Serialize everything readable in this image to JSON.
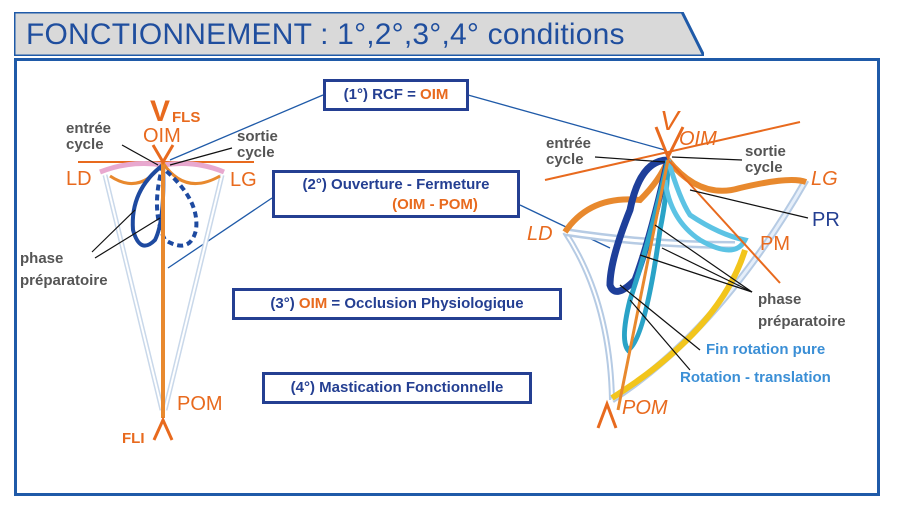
{
  "title": "FONCTIONNEMENT : 1°,2°,3°,4° conditions",
  "boxes": {
    "b1": {
      "prefix": "(1°) RCF = ",
      "highlight": "OIM"
    },
    "b2": {
      "line1": "(2°) Ouverture - Fermeture",
      "line2": "(OIM - POM)"
    },
    "b3": {
      "prefix": "(3°) ",
      "highlight": "OIM",
      "suffix": " = Occlusion Physiologique"
    },
    "b4": {
      "text": "(4°) Mastication Fonctionnelle"
    }
  },
  "left": {
    "v": "V",
    "fls": "FLS",
    "oim": "OIM",
    "entree1": "entrée",
    "entree2": "cycle",
    "sortie1": "sortie",
    "sortie2": "cycle",
    "ld": "LD",
    "lg": "LG",
    "phase1": "phase",
    "phase2": "préparatoire",
    "pom": "POM",
    "fli": "FLI"
  },
  "right": {
    "v": "V",
    "oim": "OIM",
    "entree1": "entrée",
    "entree2": "cycle",
    "sortie1": "sortie",
    "sortie2": "cycle",
    "lg": "LG",
    "ld": "LD",
    "pr": "PR",
    "pm": "PM",
    "phase1": "phase",
    "phase2": "préparatoire",
    "fin_rotation": "Fin rotation pure",
    "rotation_translation": "Rotation - translation",
    "pom": "POM"
  },
  "colors": {
    "title": "#1f4e9e",
    "frame": "#1f5aa8",
    "box": "#243f92",
    "orange": "#e86a1e",
    "light_blue": "#3b8fd6",
    "gray_text": "#555555"
  }
}
